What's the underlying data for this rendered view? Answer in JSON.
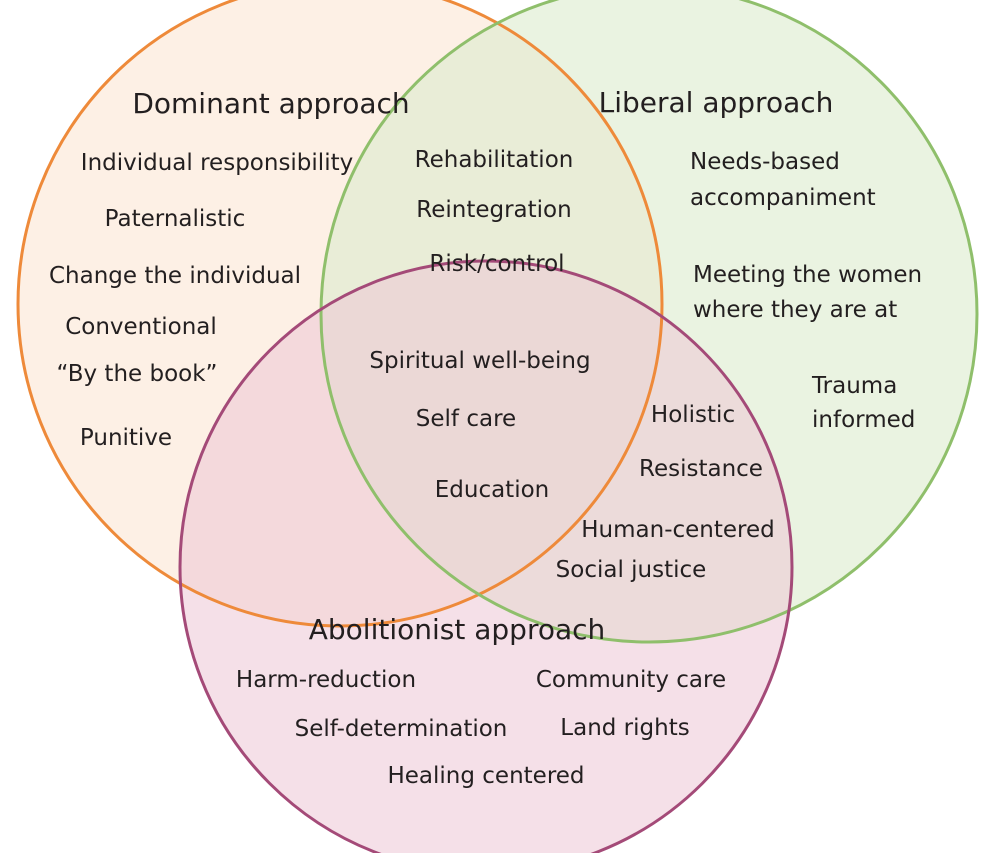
{
  "colors": {
    "dominant_stroke": "#ee8a3a",
    "dominant_fill": "#fbe4cf",
    "liberal_stroke": "#8fbf6b",
    "liberal_fill": "#dcebcd",
    "abolitionist_stroke": "#a44a78",
    "abolitionist_fill": "#ecc6d6",
    "text": "#231f20"
  },
  "circles": {
    "dominant": {
      "title": "Dominant approach",
      "items": [
        "Individual responsibility",
        "Paternalistic",
        "Change the individual",
        "Conventional",
        "“By the book”",
        "Punitive"
      ]
    },
    "liberal": {
      "title": "Liberal approach",
      "items": [
        "Needs-based",
        "accompaniment",
        "Meeting the women",
        "where they are at",
        "Trauma",
        "informed"
      ]
    },
    "abolitionist": {
      "title": "Abolitionist approach",
      "items": [
        "Harm-reduction",
        "Community care",
        "Self-determination",
        "Land rights",
        "Healing centered"
      ]
    }
  },
  "overlaps": {
    "dominant_liberal": [
      "Rehabilitation",
      "Reintegration",
      "Risk/control"
    ],
    "center": [
      "Spiritual well-being",
      "Self care",
      "Education"
    ],
    "liberal_abolitionist": [
      "Holistic",
      "Resistance",
      "Human-centered",
      "Social justice"
    ]
  }
}
